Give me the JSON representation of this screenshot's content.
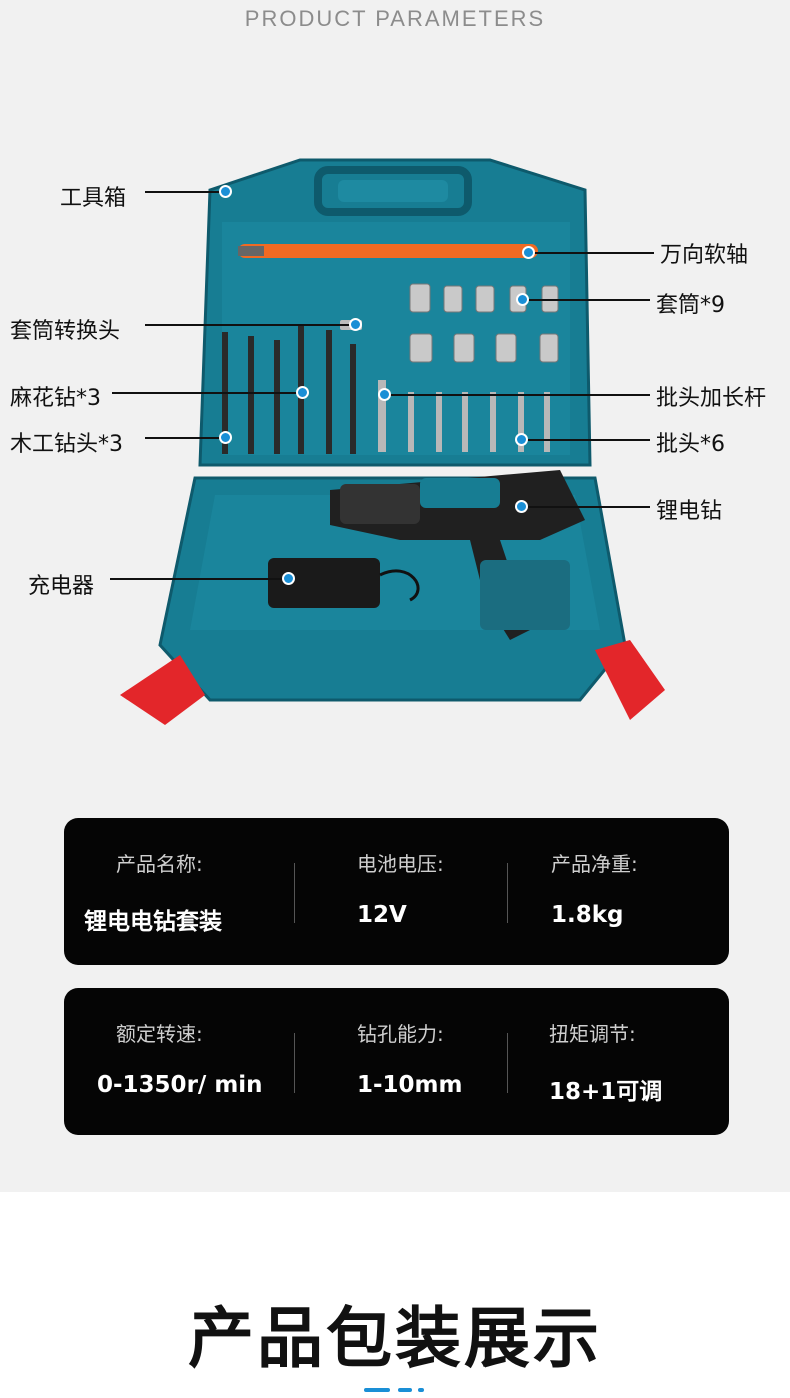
{
  "header": {
    "title": "PRODUCT PARAMETERS"
  },
  "callouts": {
    "toolbox": "工具箱",
    "flex_shaft": "万向软轴",
    "socket_adapter": "套筒转换头",
    "sockets": "套筒*9",
    "twist_drill": "麻花钻*3",
    "bit_extension": "批头加长杆",
    "wood_drill": "木工钻头*3",
    "bits": "批头*6",
    "drill": "锂电钻",
    "charger": "充电器"
  },
  "specs": [
    [
      {
        "label": "产品名称:",
        "value": "锂电电钻套装"
      },
      {
        "label": "电池电压:",
        "value": "12V"
      },
      {
        "label": "产品净重:",
        "value": "1.8kg"
      }
    ],
    [
      {
        "label": "额定转速:",
        "value": "0-1350r/ min"
      },
      {
        "label": "钻孔能力:",
        "value": "1-10mm"
      },
      {
        "label": "扭矩调节:",
        "value": "18+1可调"
      }
    ]
  ],
  "section_title": "产品包装展示",
  "colors": {
    "case": "#177d93",
    "case_dark": "#0e5a6c",
    "latch": "#e3262a",
    "accent_dot": "#1a8fd6",
    "card": "#050505"
  }
}
